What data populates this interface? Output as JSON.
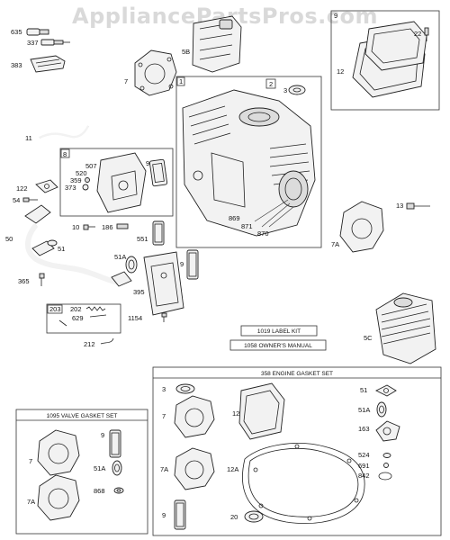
{
  "watermark": "AppliancePartsPros.com",
  "callouts": {
    "c635": "635",
    "c337": "337",
    "c383": "383",
    "c5b": "5B",
    "c7top": "7",
    "c1": "1",
    "c2": "2",
    "c3top": "3",
    "c12top": "12",
    "c22": "22",
    "c11": "11",
    "c8": "8",
    "c9mid": "9",
    "c520": "520",
    "c507": "507",
    "c359": "359",
    "c373": "373",
    "c122": "122",
    "c54": "54",
    "c869": "869",
    "c871": "871",
    "c870": "870",
    "c13": "13",
    "c7a_mid": "7A",
    "c10": "10",
    "c186": "186",
    "c551": "551",
    "c50": "50",
    "c51": "51",
    "c51a_mid": "51A",
    "c9b": "9",
    "c365": "365",
    "c395": "395",
    "c203": "203",
    "c202": "202",
    "c629": "629",
    "c1154": "1154",
    "c212": "212",
    "c5c": "5C"
  },
  "labels": {
    "label_kit": "1019 LABEL KIT",
    "owners_manual": "1058 OWNER'S MANUAL"
  },
  "engine_gasket_set": {
    "title": "358 ENGINE GASKET SET",
    "c3": "3",
    "c7": "7",
    "c7a": "7A",
    "c9": "9",
    "c12": "12",
    "c12a": "12A",
    "c20": "20",
    "c51": "51",
    "c51a": "51A",
    "c163": "163",
    "c524": "524",
    "c691": "691",
    "c842": "842"
  },
  "valve_gasket_set": {
    "title": "1095 VALVE GASKET SET",
    "c7": "7",
    "c7a": "7A",
    "c9": "9",
    "c51a": "51A",
    "c868": "868"
  }
}
